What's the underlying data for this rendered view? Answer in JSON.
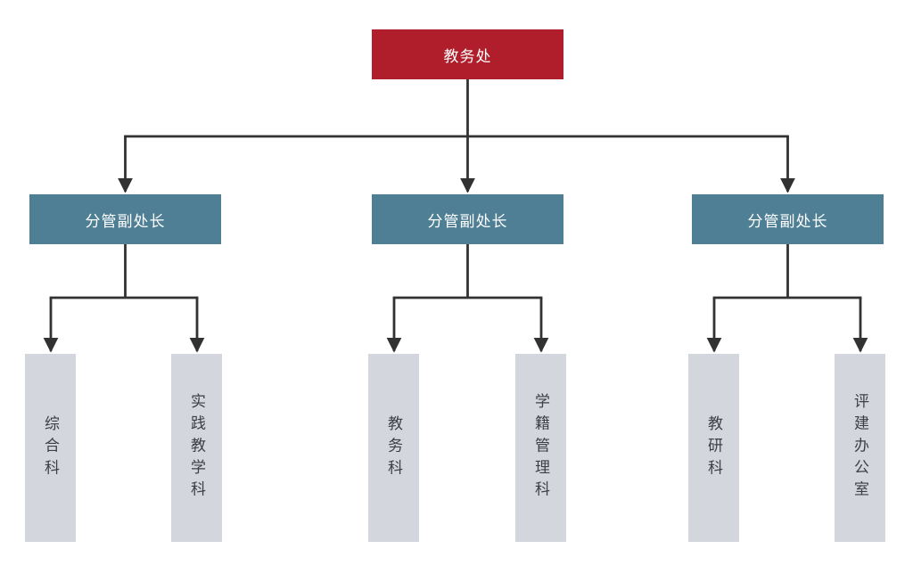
{
  "org_chart": {
    "root": {
      "label": "教务处"
    },
    "groups": [
      {
        "manager": {
          "label": "分管副处长"
        },
        "departments": [
          {
            "label": "综合科"
          },
          {
            "label": "实践教学科"
          }
        ]
      },
      {
        "manager": {
          "label": "分管副处长"
        },
        "departments": [
          {
            "label": "教务科"
          },
          {
            "label": "学籍管理科"
          }
        ]
      },
      {
        "manager": {
          "label": "分管副处长"
        },
        "departments": [
          {
            "label": "教研科"
          },
          {
            "label": "评建办公室"
          }
        ]
      }
    ]
  },
  "colors": {
    "root": "#AF1E2A",
    "manager": "#4E7F95",
    "department": "#D3D6DD",
    "department_text": "#3C4043",
    "node_text_light": "#FFFFFF",
    "connector": "#323232",
    "background": "#FFFFFF"
  }
}
